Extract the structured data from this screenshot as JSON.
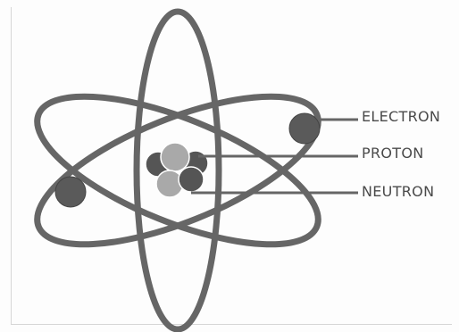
{
  "labels": {
    "electron": "ELECTRON",
    "proton": "PROTON",
    "neutron": "NEUTRON"
  },
  "colors": {
    "orbit": "#666666",
    "electron": "#5a5a5a",
    "proton": "#a9a9a9",
    "neutron": "#555555",
    "leader_line": "#666666",
    "text": "#4a4a4a"
  }
}
